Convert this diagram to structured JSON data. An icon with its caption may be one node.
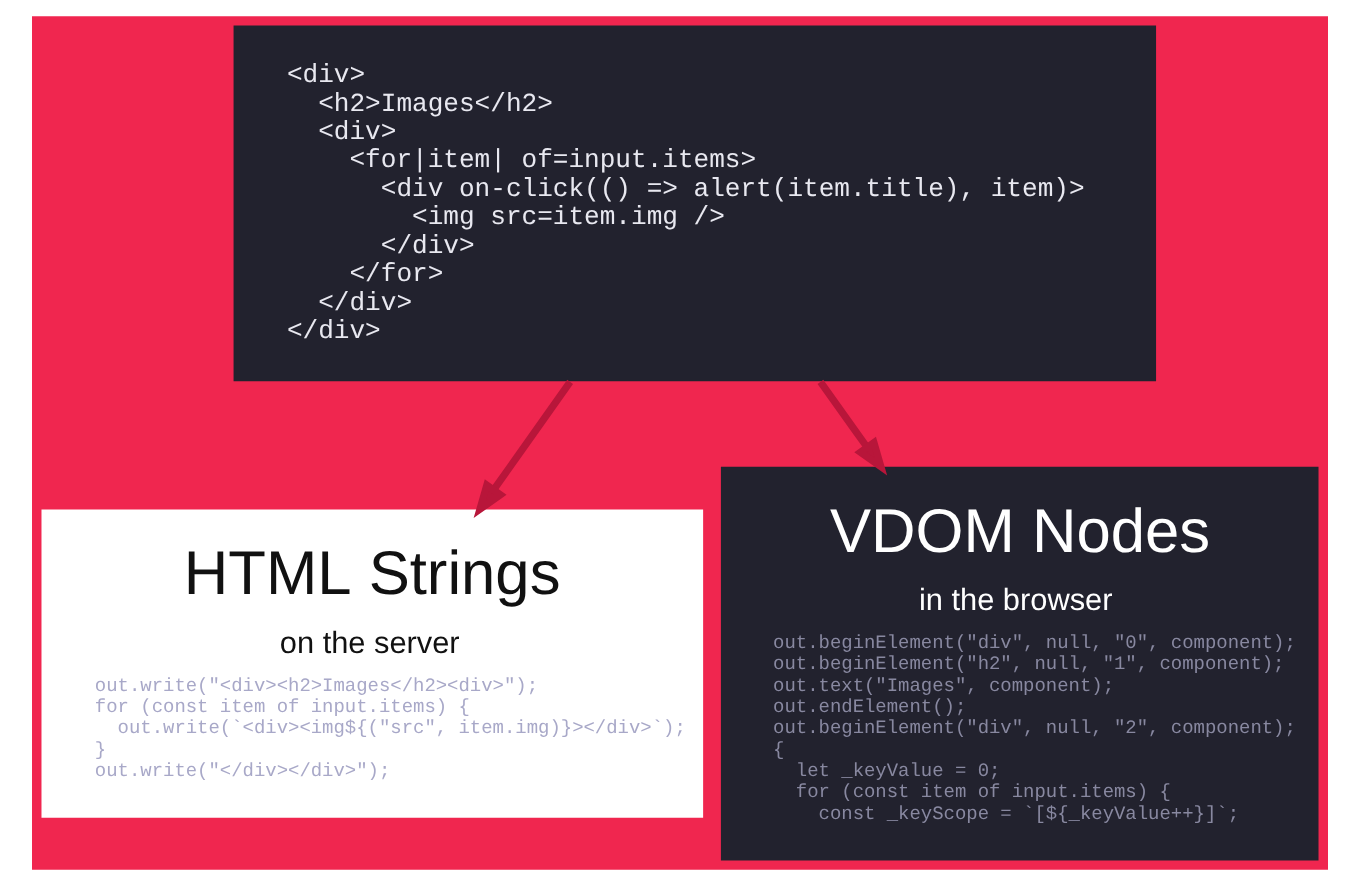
{
  "diagram": {
    "nodes": [
      {
        "text": [
          "<div>",
          "  <h2>Images</h2>",
          "  <div>",
          "    <for|item| of=input.items>",
          "      <div on-click(() => alert(item.title), item)>",
          "        <img src=item.img />",
          "      </div>",
          "    </for>",
          "  </div>",
          "</div>"
        ]
      },
      {
        "text": [
          "HTML Strings",
          "on the server",
          "out.write(\"<div><h2>Images</h2><div>\");",
          "for (const item of input.items) {",
          "  out.write(`<div><img${(\"src\", item.img)}></div>`);",
          "}",
          "out.write(\"</div></div>\");"
        ]
      },
      {
        "text": [
          "VDOM Nodes",
          "in the browser",
          "out.beginElement(\"div\", null, \"0\", component);",
          "out.beginElement(\"h2\", null, \"1\", component);",
          "out.text(\"Images\", component);",
          "out.endElement();",
          "out.beginElement(\"div\", null, \"2\", component);",
          "{",
          "  let _keyValue = 0;",
          "  for (const item of input.items) {",
          "    const _keyScope = `[${_keyValue++}]`;"
        ]
      }
    ],
    "edges": [
      {
        "from": 0,
        "to": 1,
        "arrow": "to"
      },
      {
        "from": 0,
        "to": 2,
        "arrow": "to"
      }
    ]
  }
}
